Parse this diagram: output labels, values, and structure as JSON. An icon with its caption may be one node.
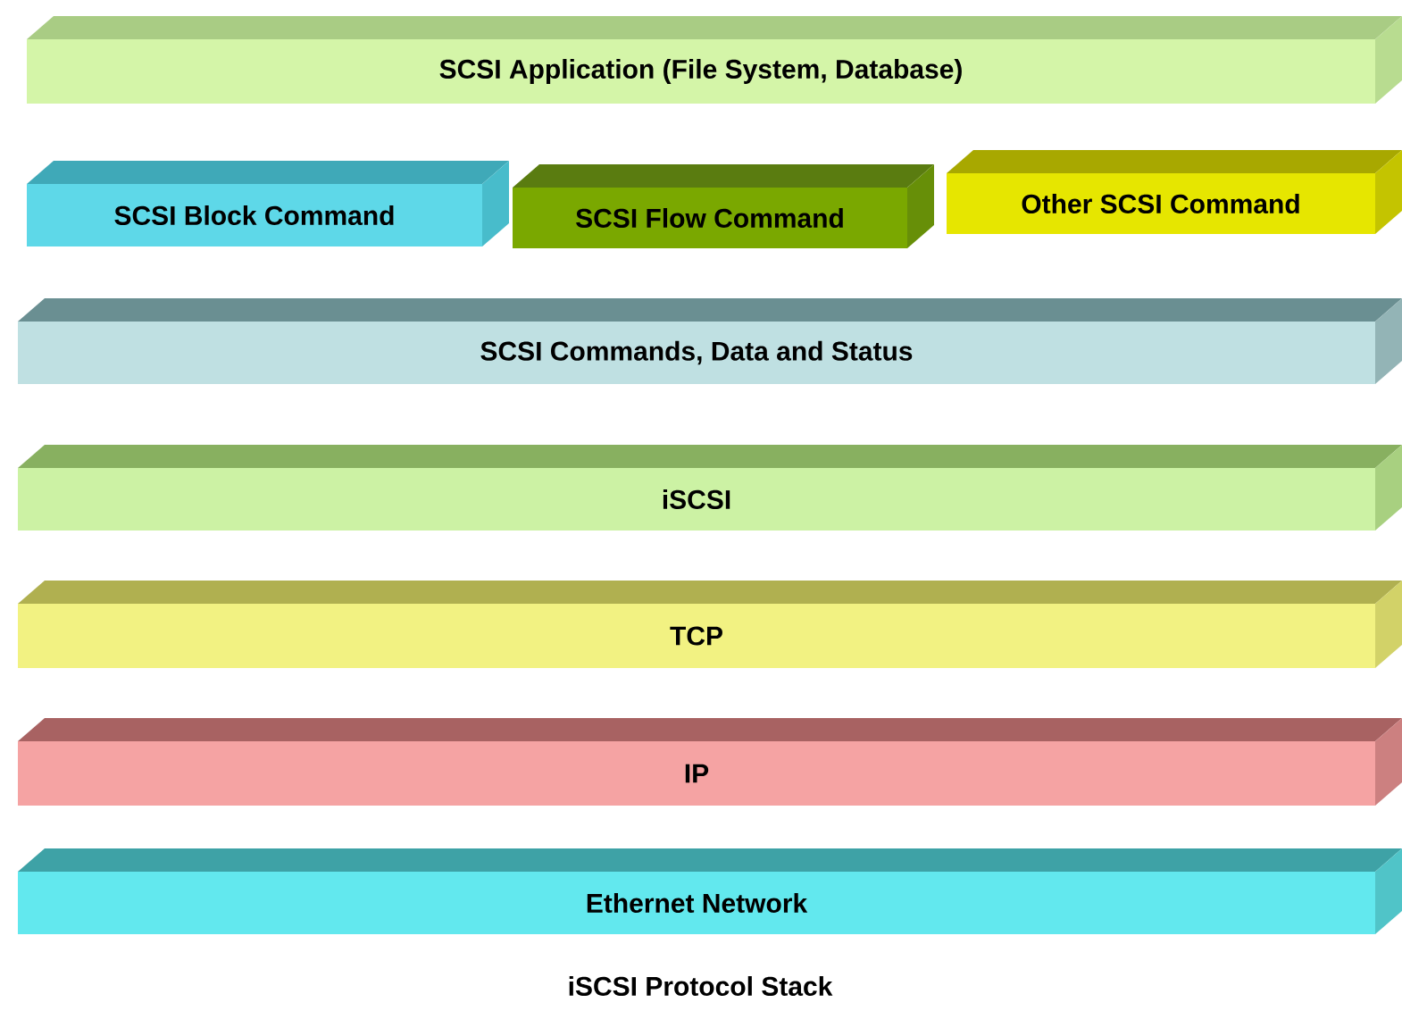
{
  "diagram": {
    "caption": "iSCSI Protocol Stack",
    "nodes": [
      {
        "text": [
          "SCSI Application (File System, Database)"
        ]
      },
      {
        "text": [
          "SCSI Block Command"
        ]
      },
      {
        "text": [
          "SCSI Flow Command"
        ]
      },
      {
        "text": [
          "Other SCSI Command"
        ]
      },
      {
        "text": [
          "SCSI Commands, Data and Status"
        ]
      },
      {
        "text": [
          "iSCSI"
        ]
      },
      {
        "text": [
          "TCP"
        ]
      },
      {
        "text": [
          "IP"
        ]
      },
      {
        "text": [
          "Ethernet Network"
        ]
      }
    ]
  }
}
